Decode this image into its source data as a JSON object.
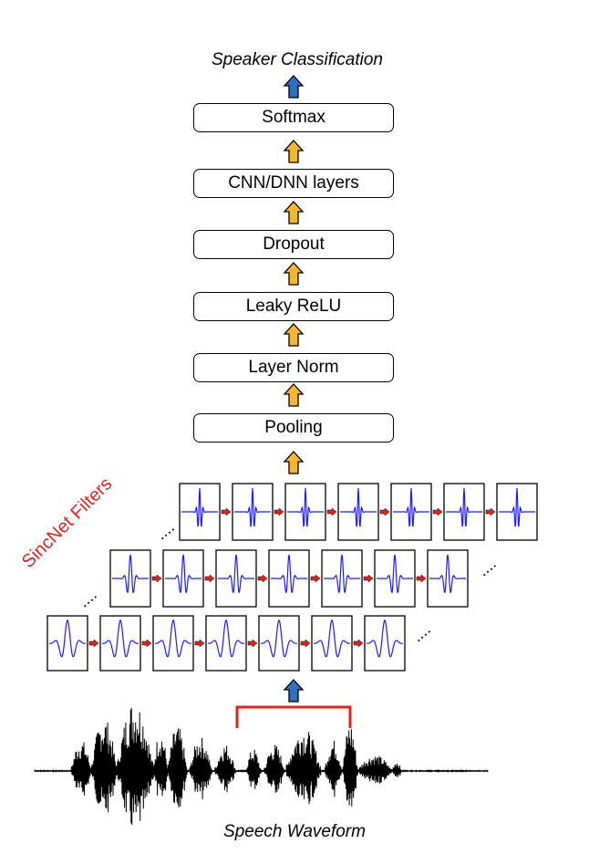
{
  "diagram": {
    "output_label": "Speaker Classification",
    "input_label": "Speech Waveform",
    "filters_label": "SincNet Filters",
    "ellipsis": "....",
    "layers": [
      "Softmax",
      "CNN/DNN layers",
      "Dropout",
      "Leaky ReLU",
      "Layer Norm",
      "Pooling"
    ],
    "filter_rows": [
      {
        "name": "high-frequency-filters",
        "count": 7,
        "frequency": "high"
      },
      {
        "name": "mid-frequency-filters",
        "count": 7,
        "frequency": "mid"
      },
      {
        "name": "low-frequency-filters",
        "count": 7,
        "frequency": "low"
      }
    ],
    "colors": {
      "output_arrow": "#2e6fc0",
      "input_arrow": "#2e6fc0",
      "layer_arrow": "#f5b731",
      "filter_wave": "#1a1aff",
      "filter_link": "#e0241b",
      "label_red": "#e0241b",
      "bracket": "#e0241b"
    }
  }
}
